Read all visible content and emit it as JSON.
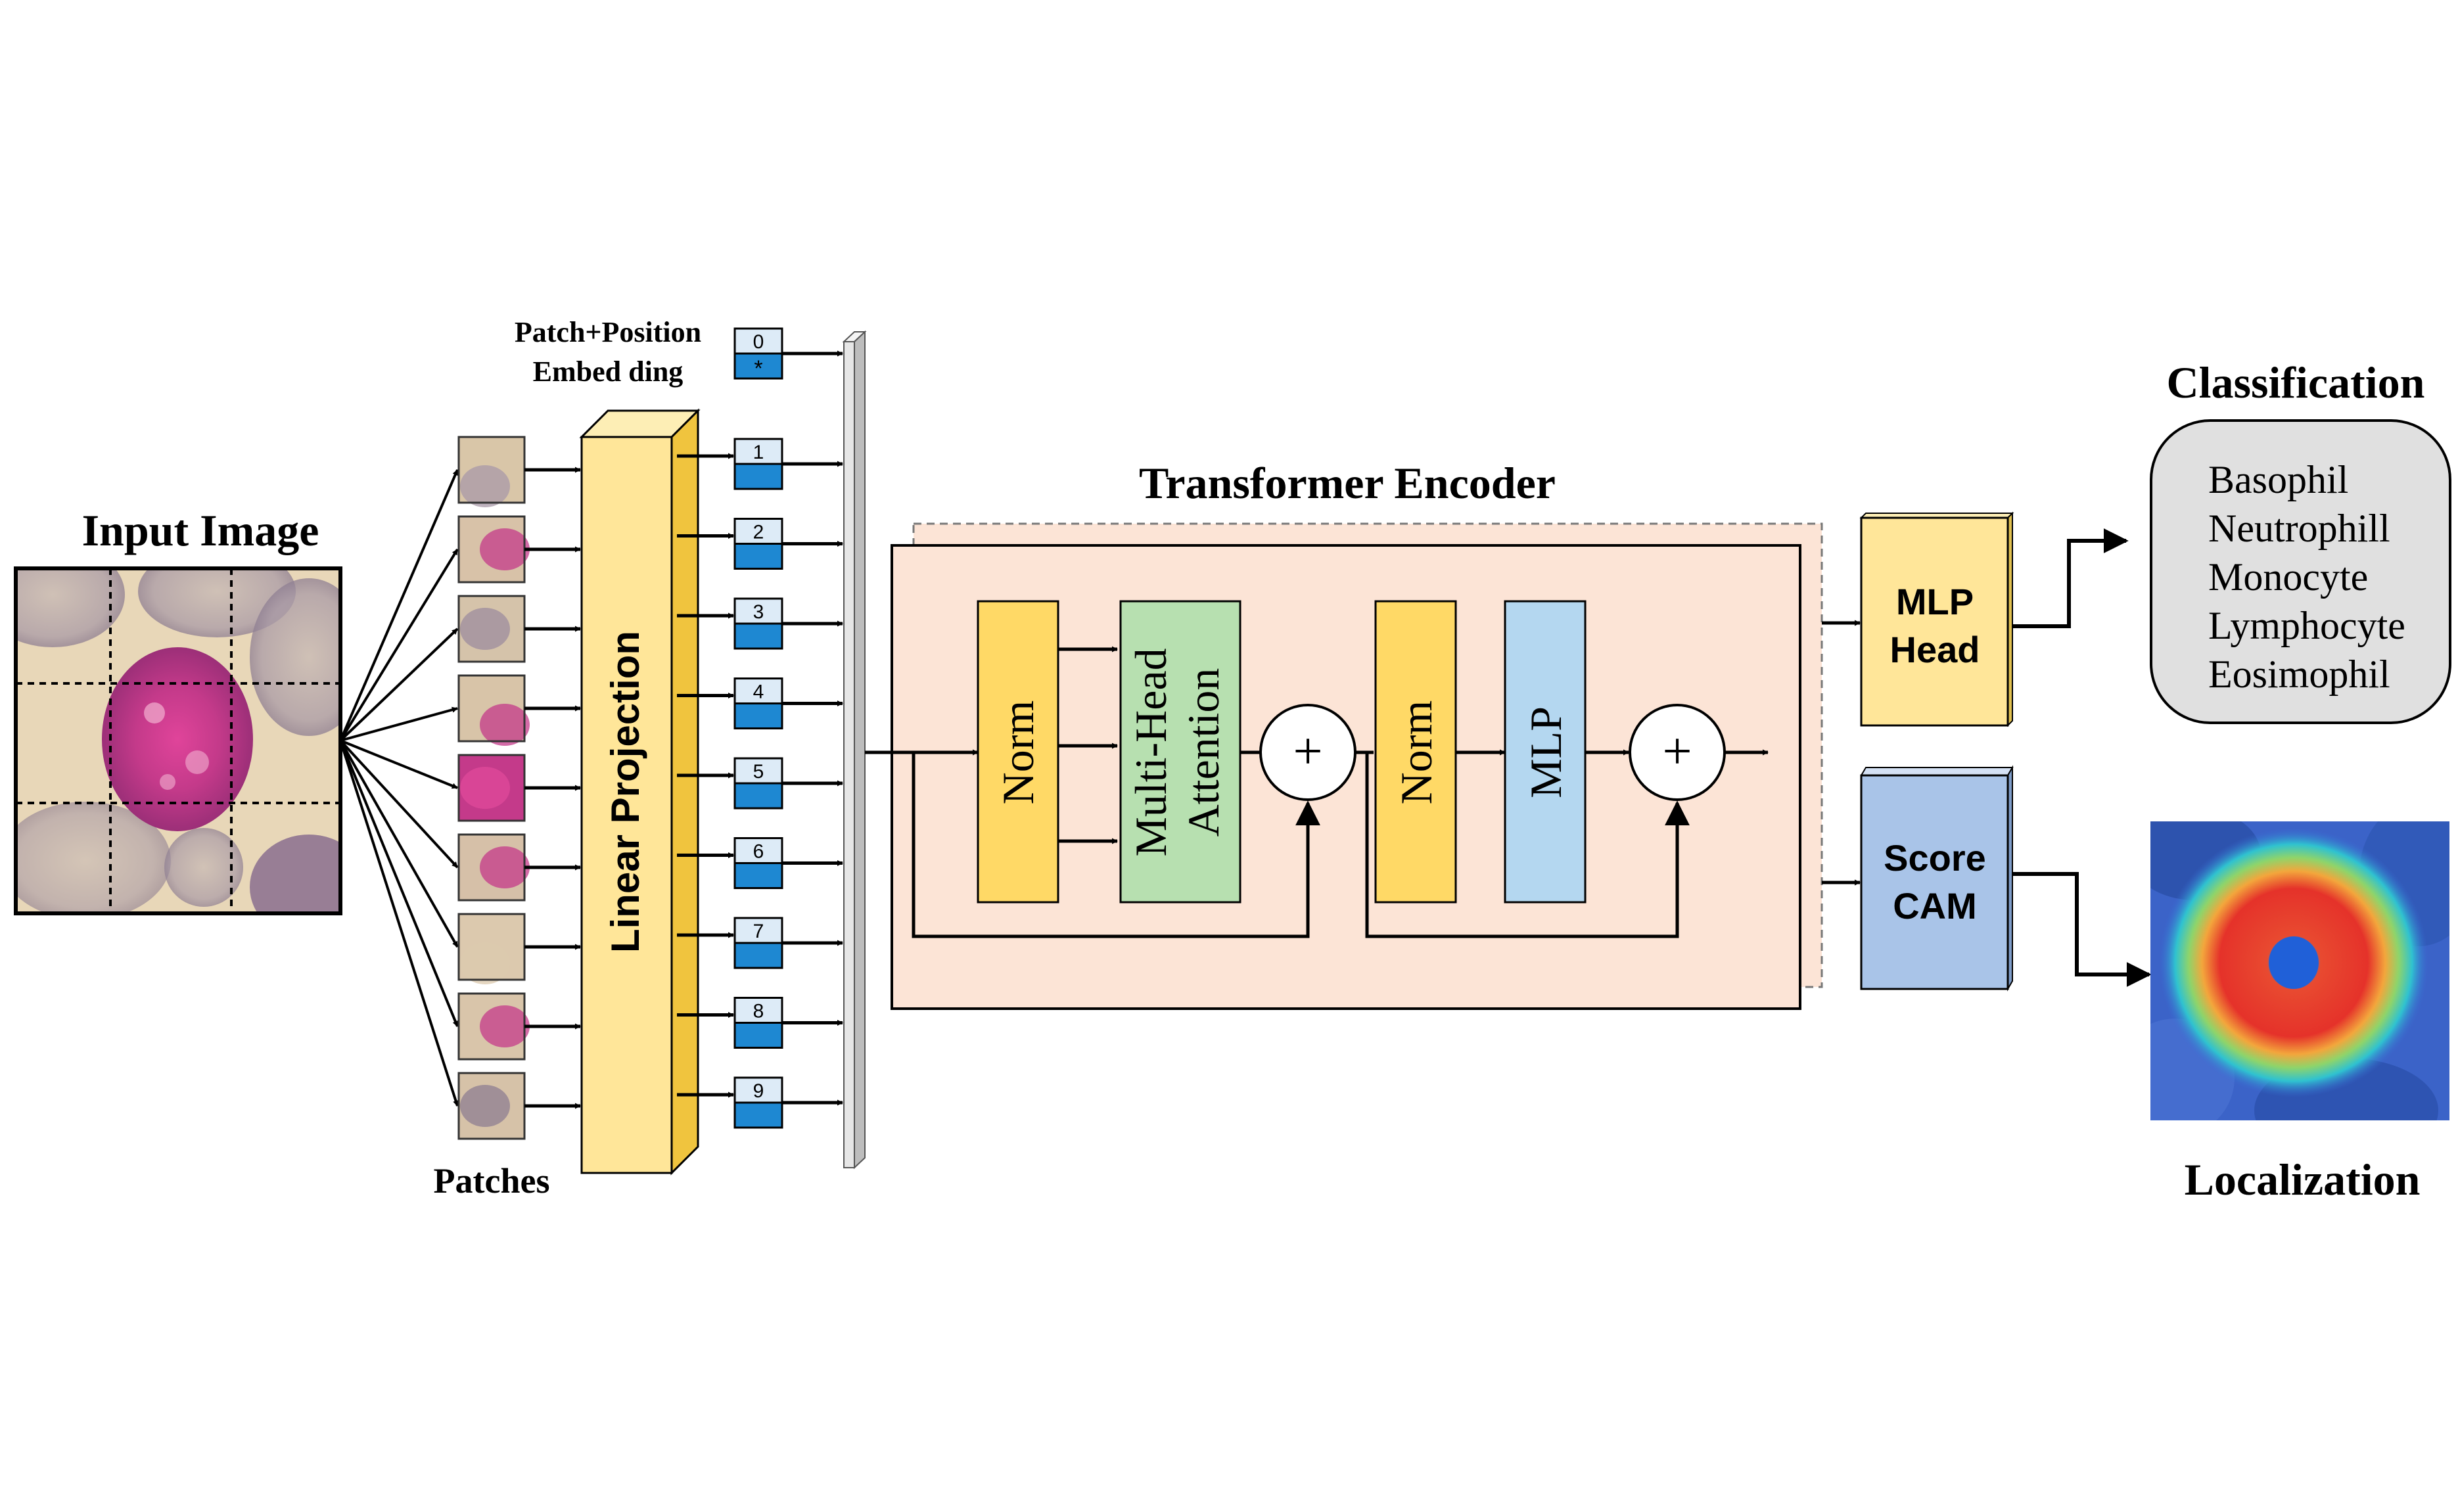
{
  "input_image": {
    "title": "Input Image"
  },
  "patches": {
    "label": "Patches",
    "count": 9
  },
  "linear_projection": {
    "label": "Linear Projection"
  },
  "embedding": {
    "label_line1": "Patch+Position",
    "label_line2": "Embed ding",
    "tokens": [
      {
        "pos": "0",
        "value": "*"
      },
      {
        "pos": "1",
        "value": ""
      },
      {
        "pos": "2",
        "value": ""
      },
      {
        "pos": "3",
        "value": ""
      },
      {
        "pos": "4",
        "value": ""
      },
      {
        "pos": "5",
        "value": ""
      },
      {
        "pos": "6",
        "value": ""
      },
      {
        "pos": "7",
        "value": ""
      },
      {
        "pos": "8",
        "value": ""
      },
      {
        "pos": "9",
        "value": ""
      }
    ]
  },
  "encoder": {
    "title": "Transformer Encoder",
    "norm1": "Norm",
    "attention_line1": "Multi-Head",
    "attention_line2": "Attention",
    "plus1": "+",
    "norm2": "Norm",
    "mlp": "MLP",
    "plus2": "+"
  },
  "mlp_head": {
    "line1": "MLP",
    "line2": "Head"
  },
  "score_cam": {
    "line1": "Score",
    "line2": "CAM"
  },
  "classification": {
    "title": "Classification",
    "classes": [
      "Basophil",
      "Neutrophill",
      "Monocyte",
      "Lymphocyte",
      "Eosimophil"
    ]
  },
  "localization": {
    "title": "Localization"
  },
  "colors": {
    "yellow": "#FFE699",
    "yellow_dark": "#F2C53D",
    "norm_yellow": "#FFD966",
    "attention_green": "#B7E0B0",
    "mlp_blue": "#B4D7F0",
    "score_blue": "#A9C4E8",
    "encoder_fill": "#FCE4D6",
    "token_light": "#DDEBF7",
    "token_dark": "#1E88D2",
    "class_box": "#E0E0E0"
  }
}
